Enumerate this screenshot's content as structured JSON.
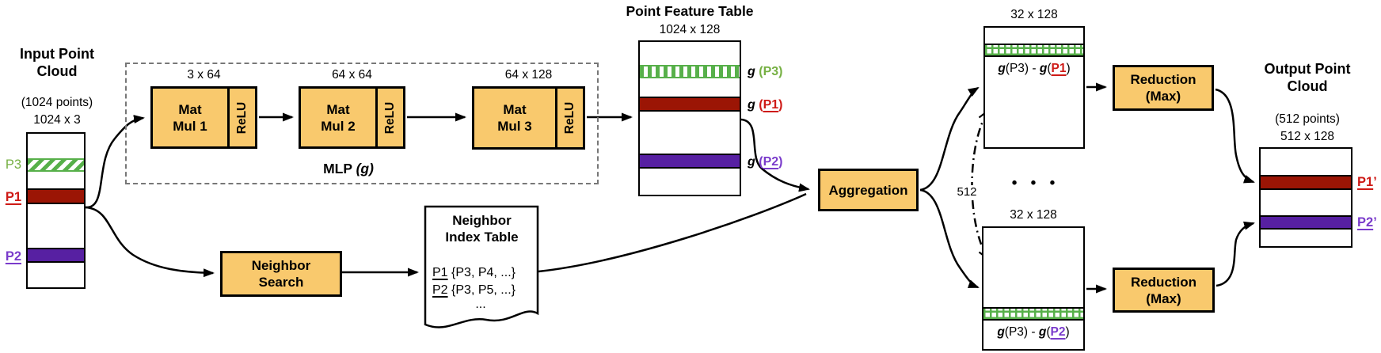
{
  "colors": {
    "box_orange": "#F9C96D",
    "row_red": "#9B1505",
    "row_purple": "#5720A2",
    "pattern_green": "#57B04A",
    "text_green": "#76B043",
    "text_red": "#CE1A16",
    "text_purple": "#7A3BCB"
  },
  "input_cloud": {
    "title_line1": "Input Point",
    "title_line2": "Cloud",
    "points": "(1024 points)",
    "dims": "1024 x 3",
    "p3": "P3",
    "p1": "P1",
    "p2": "P2"
  },
  "mlp": {
    "label": "MLP",
    "label_g": "(g)",
    "blocks": [
      {
        "dims": "3 x 64",
        "line1": "Mat",
        "line2": "Mul 1",
        "relu": "ReLU"
      },
      {
        "dims": "64 x 64",
        "line1": "Mat",
        "line2": "Mul 2",
        "relu": "ReLU"
      },
      {
        "dims": "64 x 128",
        "line1": "Mat",
        "line2": "Mul 3",
        "relu": "ReLU"
      }
    ]
  },
  "feature_table": {
    "title": "Point Feature Table",
    "dims": "1024 x 128",
    "rows": [
      {
        "g": "g",
        "open": "(",
        "point": "P3",
        "close": ")"
      },
      {
        "g": "g",
        "open": "(",
        "point": "P1",
        "close": ")"
      },
      {
        "g": "g",
        "open": "(",
        "point": "P2",
        "close": ")"
      }
    ]
  },
  "neighbor_search": {
    "line1": "Neighbor",
    "line2": "Search"
  },
  "neighbor_index": {
    "title_line1": "Neighbor",
    "title_line2": "Index Table",
    "rows": [
      {
        "point": "P1",
        "set": "{P3, P4, ...}"
      },
      {
        "point": "P2",
        "set": "{P3, P5, ...}"
      }
    ],
    "more": "..."
  },
  "aggregation": {
    "label": "Aggregation"
  },
  "middle": {
    "count": "512",
    "dots": "• • •"
  },
  "diff_tables": [
    {
      "dims": "32 x 128",
      "g1": "g",
      "arg1": "(P3)",
      "minus": " - ",
      "g2": "g",
      "open": "(",
      "point": "P1",
      "close": ")"
    },
    {
      "dims": "32 x 128",
      "g1": "g",
      "arg1": "(P3)",
      "minus": " - ",
      "g2": "g",
      "open": "(",
      "point": "P2",
      "close": ")"
    }
  ],
  "reduction_boxes": [
    {
      "line1": "Reduction",
      "line2": "(Max)"
    },
    {
      "line1": "Reduction",
      "line2": "(Max)"
    }
  ],
  "output_cloud": {
    "title_line1": "Output Point",
    "title_line2": "Cloud",
    "points": "(512 points)",
    "dims": "512 x 128",
    "p1": "P1",
    "p1_prime": "’",
    "p2": "P2",
    "p2_prime": "’"
  }
}
